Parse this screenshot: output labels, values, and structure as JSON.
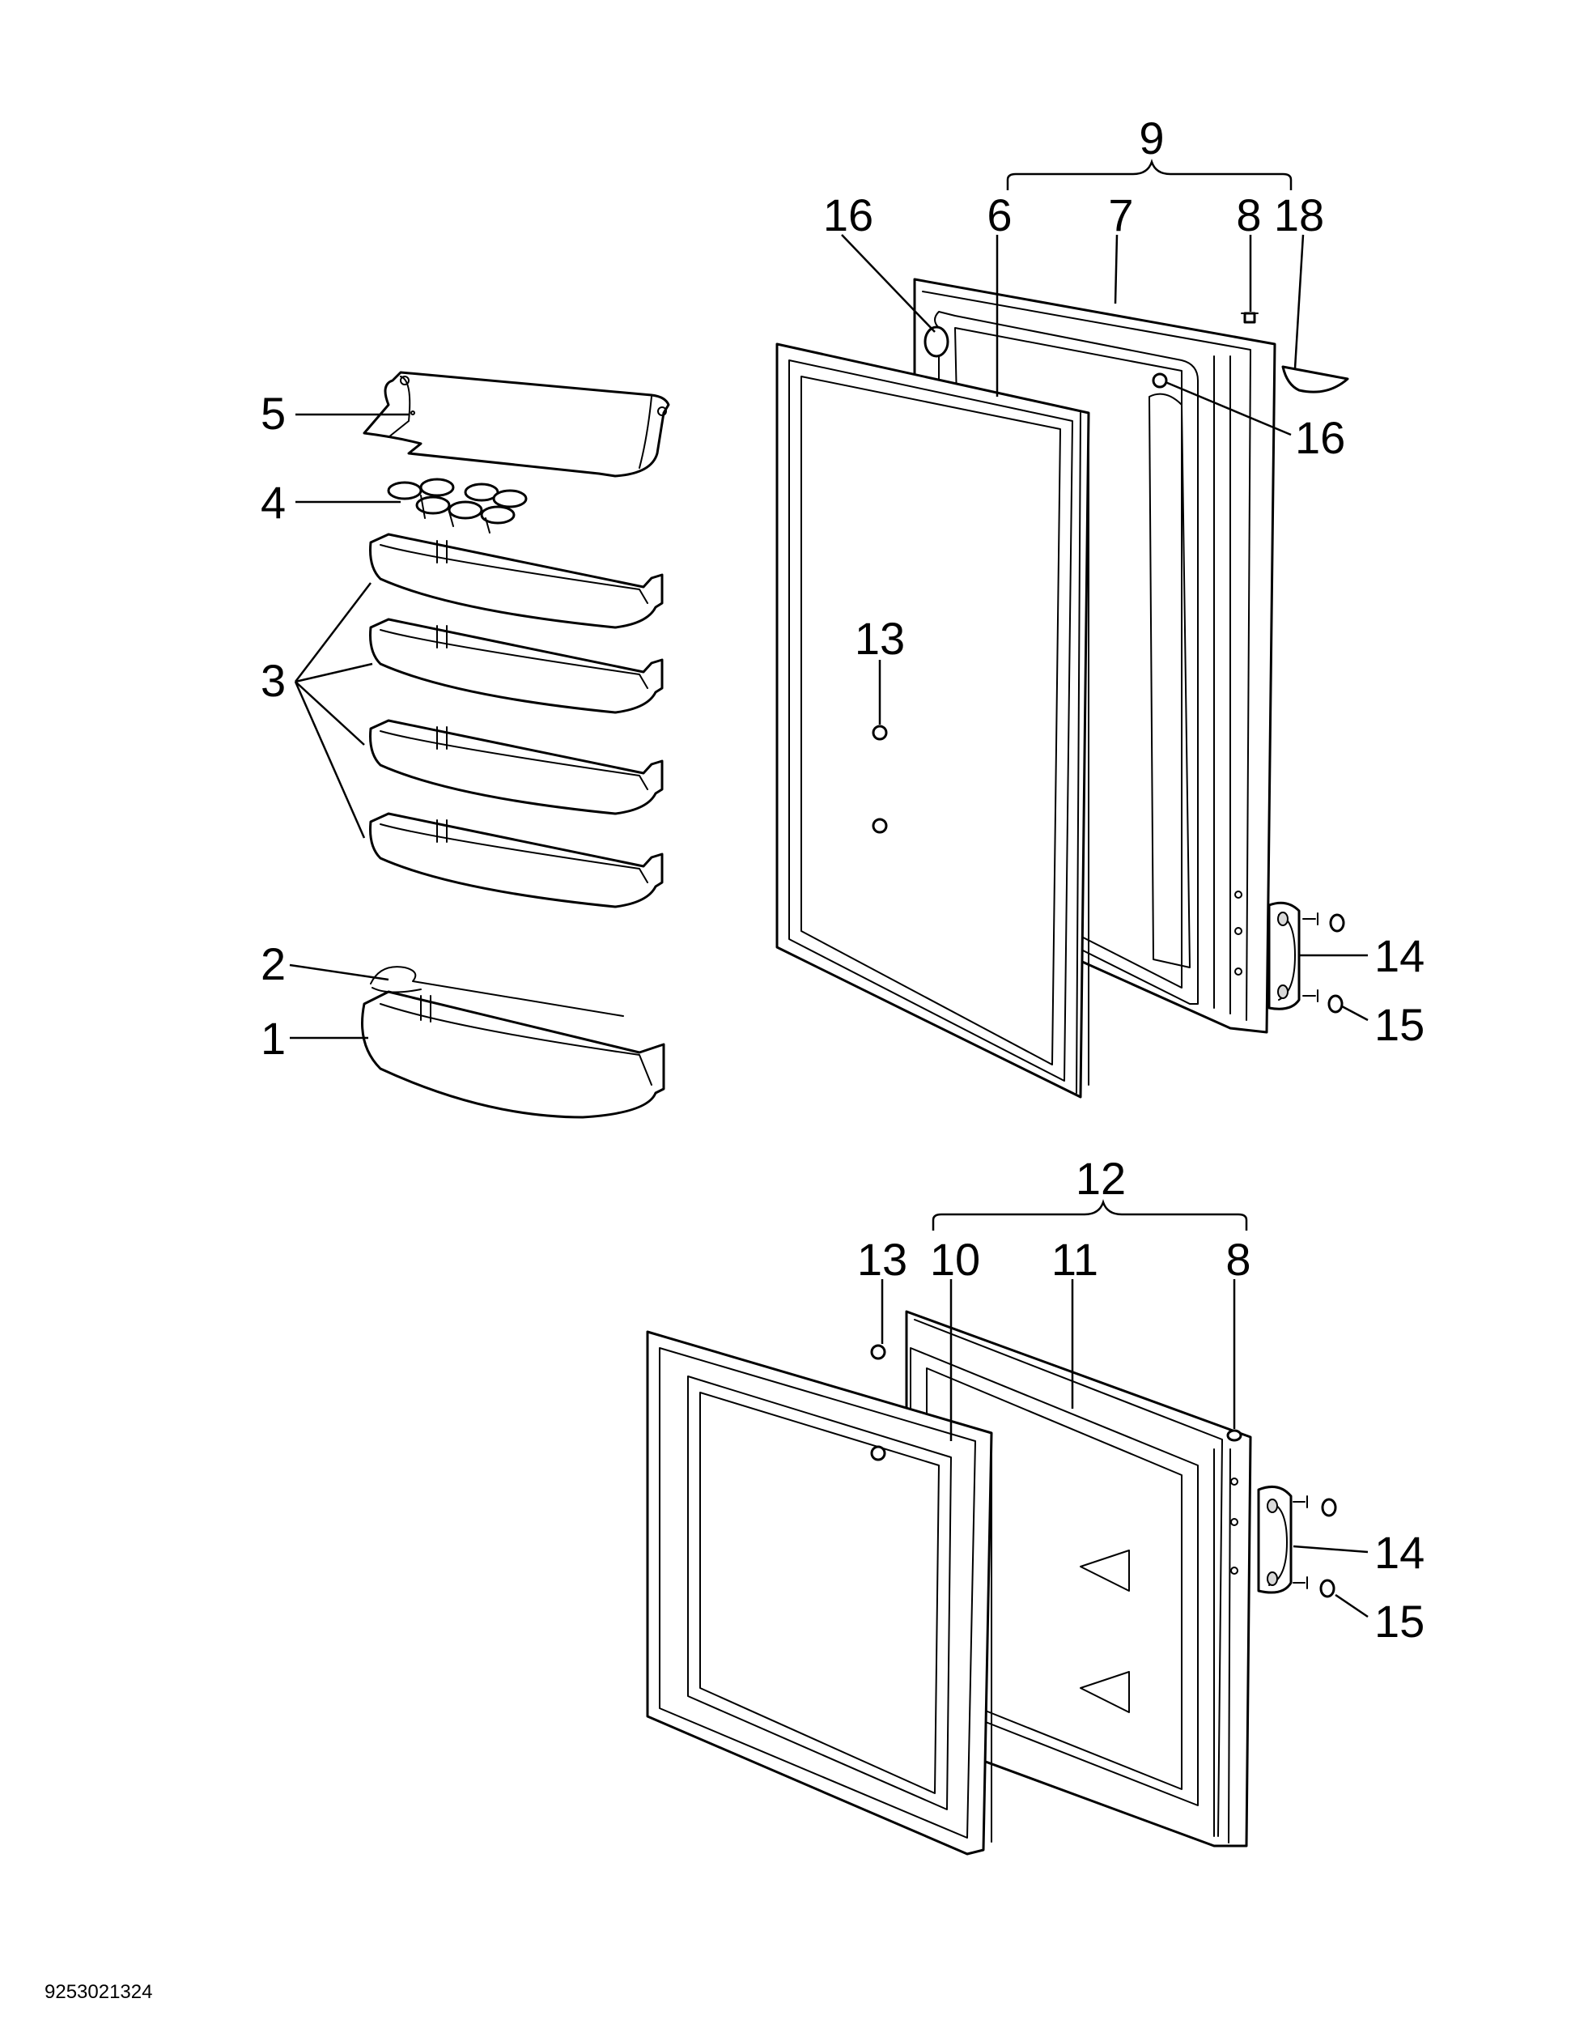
{
  "callouts": {
    "n1": "1",
    "n2": "2",
    "n3": "3",
    "n4": "4",
    "n5": "5",
    "n6": "6",
    "n7": "7",
    "n8_top": "8",
    "n9": "9",
    "n16_left": "16",
    "n16_right": "16",
    "n18": "18",
    "n13_top": "13",
    "n14_top": "14",
    "n15_top": "15",
    "n12": "12",
    "n13_bottom": "13",
    "n10": "10",
    "n11": "11",
    "n8_bottom": "8",
    "n14_bottom": "14",
    "n15_bottom": "15"
  },
  "document_id": "9253021324"
}
